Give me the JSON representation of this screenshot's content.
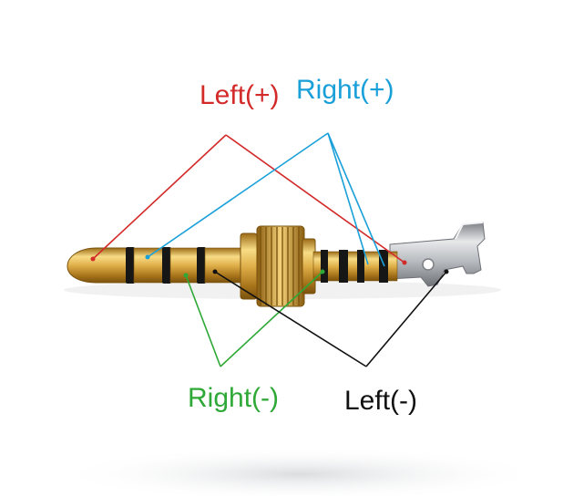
{
  "labels": {
    "left_pos": {
      "text": "Left(+)",
      "color": "#d32a2a"
    },
    "right_pos": {
      "text": "Right(+)",
      "color": "#1aa0d8"
    },
    "right_neg": {
      "text": "Right(-)",
      "color": "#2ea836"
    },
    "left_neg": {
      "text": "Left(-)",
      "color": "#111111"
    }
  },
  "colors": {
    "gold": "#d9a93a",
    "gold_dark": "#8a5d10",
    "gold_light": "#f7dc86",
    "insulator": "#161616",
    "steel": "#b9bcc0",
    "steel_dark": "#6e7176"
  },
  "icons": [
    "audio-plug-image"
  ]
}
